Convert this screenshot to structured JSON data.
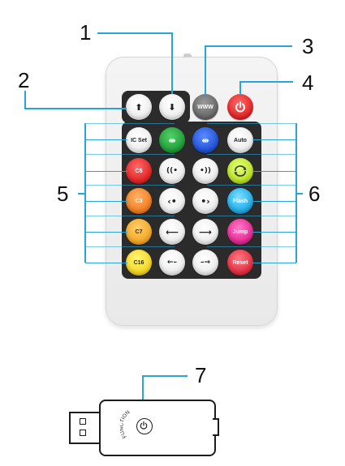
{
  "callouts": {
    "c1": "1",
    "c2": "2",
    "c3": "3",
    "c4": "4",
    "c5": "5",
    "c6": "6",
    "c7": "7"
  },
  "colors": {
    "leader_line": "#2aa3d9",
    "remote_body": "#f0f0f0",
    "button_panel": "#2b2b2b"
  },
  "buttons": {
    "up_glyph": "⬆",
    "down_glyph": "⬇",
    "www_label": "WWW",
    "power_icon": "power-icon",
    "ic_set_label": "IC Set",
    "auto_label": "Auto",
    "c5_label": "C5",
    "c3_label": "C3",
    "c7_label": "C7",
    "c16_label": "C16",
    "flash_label": "Flash",
    "jump_label": "Jump",
    "reset_label": "Reset"
  },
  "usb": {
    "function_label": "FUNCTION",
    "power_icon": "power-icon"
  }
}
